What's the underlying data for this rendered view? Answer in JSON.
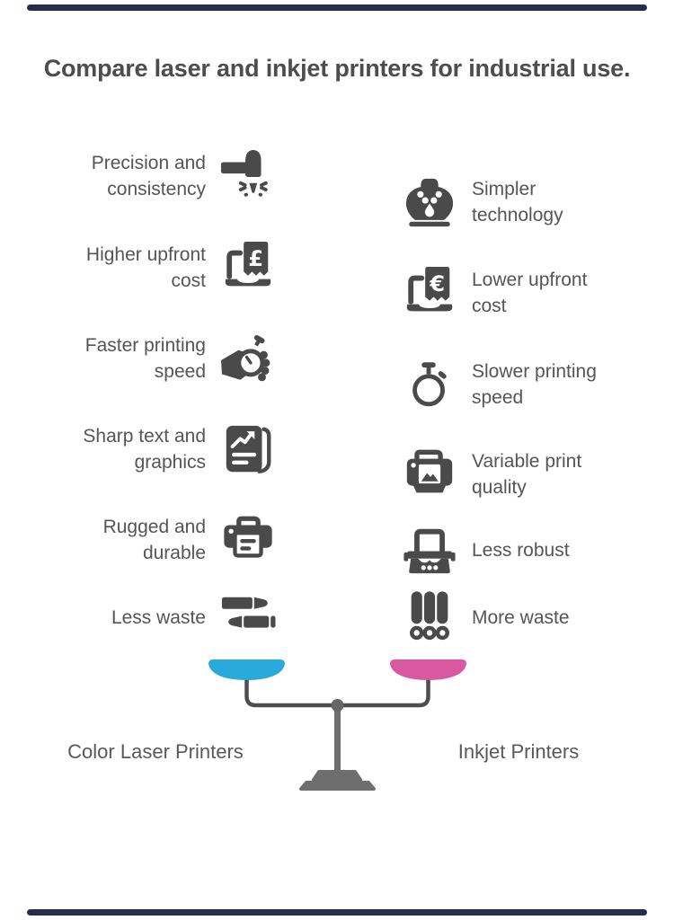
{
  "title": "Compare laser and inkjet printers for industrial use.",
  "left_column": {
    "label": "Color Laser Printers",
    "pan_color": "#2AA9DB",
    "items": [
      {
        "icon": "laser-icon",
        "text": "Precision and\nconsistency"
      },
      {
        "icon": "laptop-pound-receipt-icon",
        "text": "Higher upfront\ncost",
        "currency_symbol": "£"
      },
      {
        "icon": "hand-stopwatch-icon",
        "text": "Faster printing\nspeed"
      },
      {
        "icon": "report-graphics-icon",
        "text": "Sharp text and\ngraphics"
      },
      {
        "icon": "printer-icon",
        "text": "Rugged and\ndurable"
      },
      {
        "icon": "crayons-icon",
        "text": "Less waste"
      }
    ]
  },
  "right_column": {
    "label": "Inkjet Printers",
    "pan_color": "#D8599F",
    "items": [
      {
        "icon": "inkjet-printhead-icon",
        "text": "Simpler\ntechnology"
      },
      {
        "icon": "laptop-euro-receipt-icon",
        "text": "Lower upfront\ncost",
        "currency_symbol": "€"
      },
      {
        "icon": "stopwatch-icon",
        "text": "Slower printing\nspeed"
      },
      {
        "icon": "printer-photo-icon",
        "text": "Variable print\nquality"
      },
      {
        "icon": "press-printer-icon",
        "text": "Less robust"
      },
      {
        "icon": "ink-cartridges-icon",
        "text": "More waste"
      }
    ]
  },
  "colors": {
    "icon_gray": "#4a4a4a",
    "text_gray": "#555555",
    "title_gray": "#4d4d4d",
    "label_gray": "#595959",
    "stand_gray": "#6e6e6e",
    "arm_gray": "#4d4d4d",
    "accent_bar_navy": "#242e4c",
    "left_pan_cyan": "#2AA9DB",
    "right_pan_magenta": "#D8599F"
  }
}
